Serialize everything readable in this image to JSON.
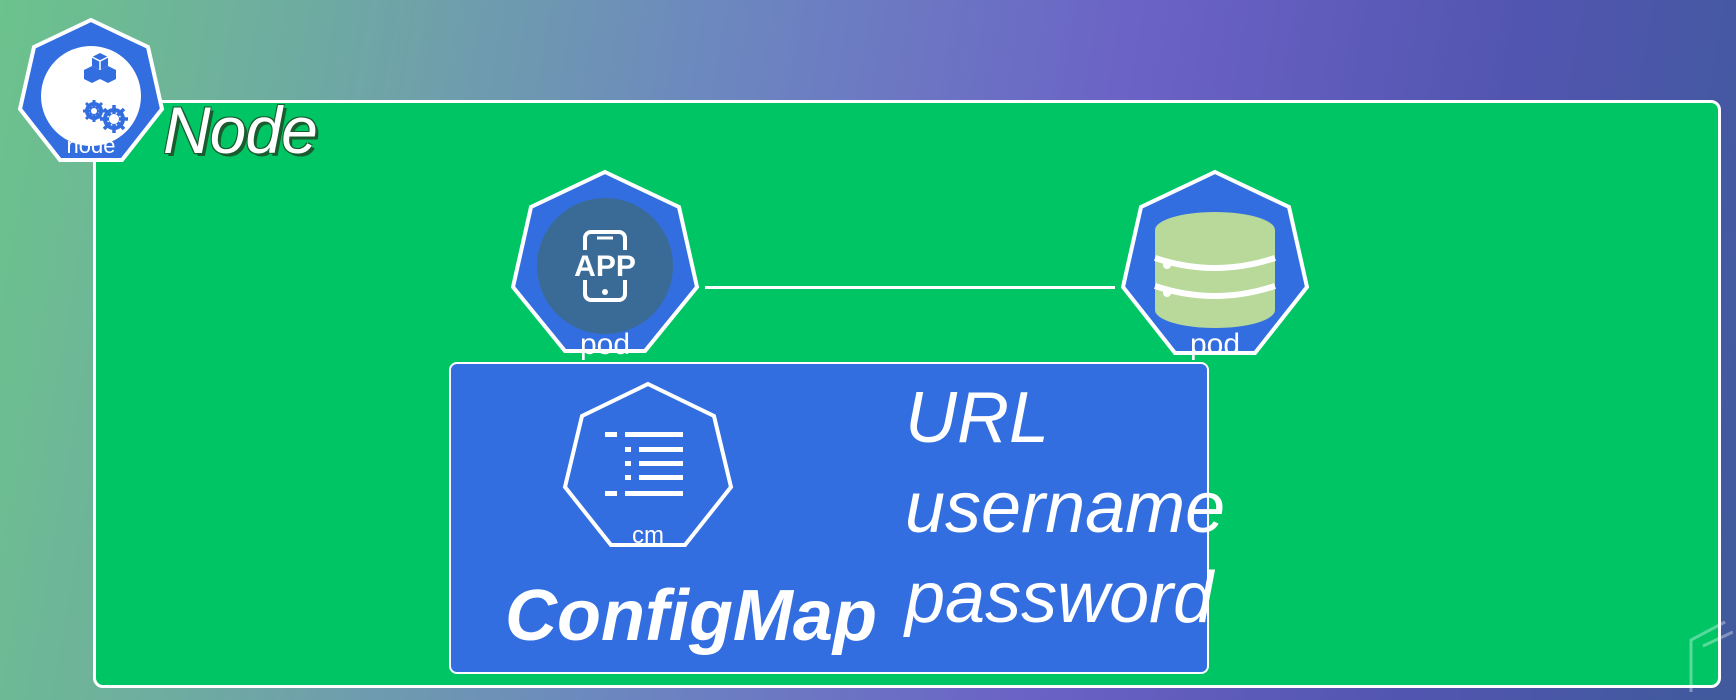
{
  "node": {
    "title": "Node",
    "badge_label": "node"
  },
  "pods": [
    {
      "label": "pod",
      "icon": "app-phone-icon",
      "icon_text": "APP"
    },
    {
      "label": "pod",
      "icon": "database-icon"
    }
  ],
  "configmap": {
    "badge_label": "cm",
    "title": "ConfigMap",
    "entries": [
      "URL",
      "username",
      "password"
    ]
  },
  "colors": {
    "node_bg": "#00c565",
    "kube_blue": "#336ee0",
    "db_green": "#b8d99a"
  }
}
